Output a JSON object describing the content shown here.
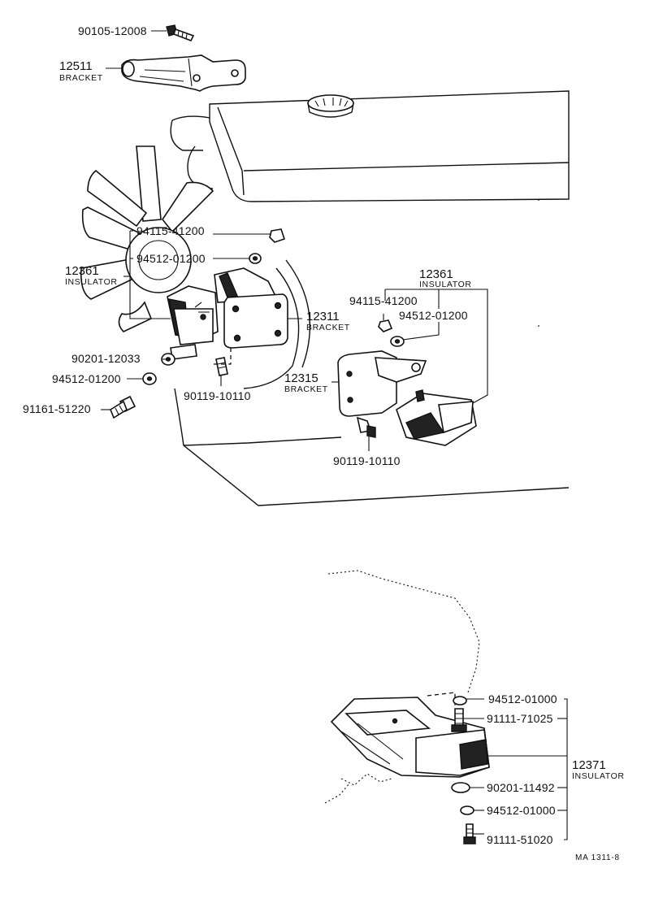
{
  "diagram": {
    "reference_code": "MA 1311-8",
    "parts": {
      "bolt_top": {
        "number": "90105-12008"
      },
      "bracket_top": {
        "number": "12511",
        "name": "BRACKET"
      },
      "nut_left": {
        "number": "94115-41200"
      },
      "washer_left": {
        "number": "94512-01200"
      },
      "insulator_left": {
        "number": "12361",
        "name": "INSULATOR"
      },
      "bracket_mid": {
        "number": "12311",
        "name": "BRACKET"
      },
      "bolt_left": {
        "number": "90201-12033"
      },
      "washer_left_low": {
        "number": "94512-01200"
      },
      "bolt_left_low": {
        "number": "91161-51220"
      },
      "bolt_center": {
        "number": "90119-10110"
      },
      "insulator_right": {
        "number": "12361",
        "name": "INSULATOR"
      },
      "nut_right": {
        "number": "94115-41200"
      },
      "washer_right": {
        "number": "94512-01200"
      },
      "bracket_right": {
        "number": "12315",
        "name": "BRACKET"
      },
      "bolt_right": {
        "number": "90119-10110"
      },
      "washer_rear_top": {
        "number": "94512-01000"
      },
      "bolt_rear_top": {
        "number": "91111-71025"
      },
      "insulator_rear": {
        "number": "12371",
        "name": "INSULATOR"
      },
      "washer_rear_flat": {
        "number": "90201-11492"
      },
      "washer_rear_low": {
        "number": "94512-01000"
      },
      "bolt_rear_low": {
        "number": "91111-51020"
      }
    }
  }
}
